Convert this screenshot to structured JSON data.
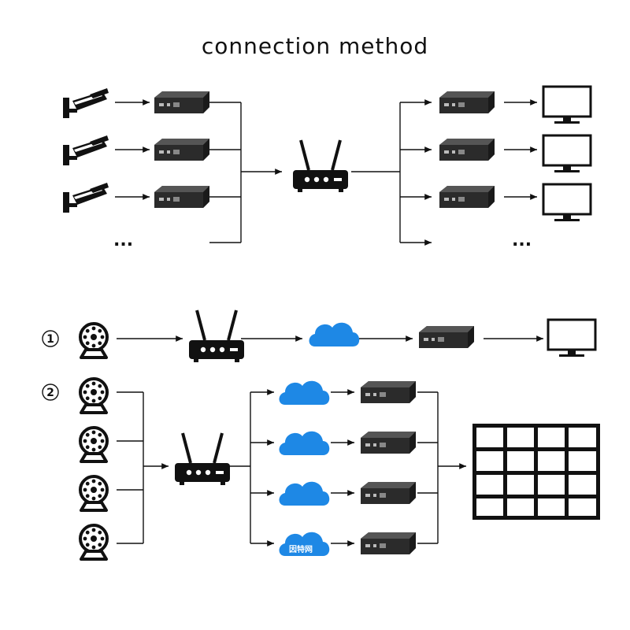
{
  "title": "connection method",
  "ellipsis": "...",
  "markers": {
    "one": "①",
    "two": "②"
  },
  "cloud_label": "因特网",
  "colors": {
    "cloud": "#1e88e5",
    "device": "#2a2a2a",
    "line": "#111111"
  },
  "icons": [
    "cctv-camera-icon",
    "encoder-box-icon",
    "router-icon",
    "cloud-icon",
    "decoder-box-icon",
    "monitor-icon",
    "dome-camera-icon",
    "video-wall-icon"
  ]
}
